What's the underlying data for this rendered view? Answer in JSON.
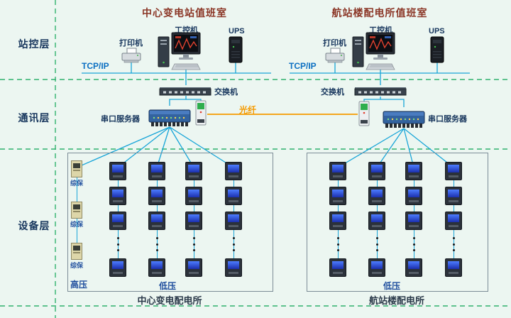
{
  "diagram": {
    "layers": [
      {
        "label": "站控层"
      },
      {
        "label": "通讯层"
      },
      {
        "label": "设备层"
      }
    ],
    "left_room": {
      "title": "中心变电站值班室",
      "printer": "打印机",
      "pc": "工控机",
      "ups": "UPS",
      "tcpip": "TCP/IP",
      "switch": "交换机",
      "serial_server": "串口服务器"
    },
    "right_room": {
      "title": "航站楼配电所值班室",
      "printer": "打印机",
      "pc": "工控机",
      "ups": "UPS",
      "tcpip": "TCP/IP",
      "switch": "交换机",
      "serial_server": "串口服务器"
    },
    "fiber": "光纤",
    "left_area": {
      "hv": "高压",
      "lv": "低压",
      "caption": "中心变电配电所",
      "protection": "综保"
    },
    "right_area": {
      "lv": "低压",
      "caption": "航站楼配电所"
    },
    "colors": {
      "line_blue": "#18a5d8",
      "fiber_orange": "#f59a00",
      "layer_green": "#2fb16d",
      "title_red": "#8b3626",
      "label_navy": "#17365d",
      "tcpip_blue": "#0b6fc2",
      "background": "#ecf6f1"
    }
  }
}
